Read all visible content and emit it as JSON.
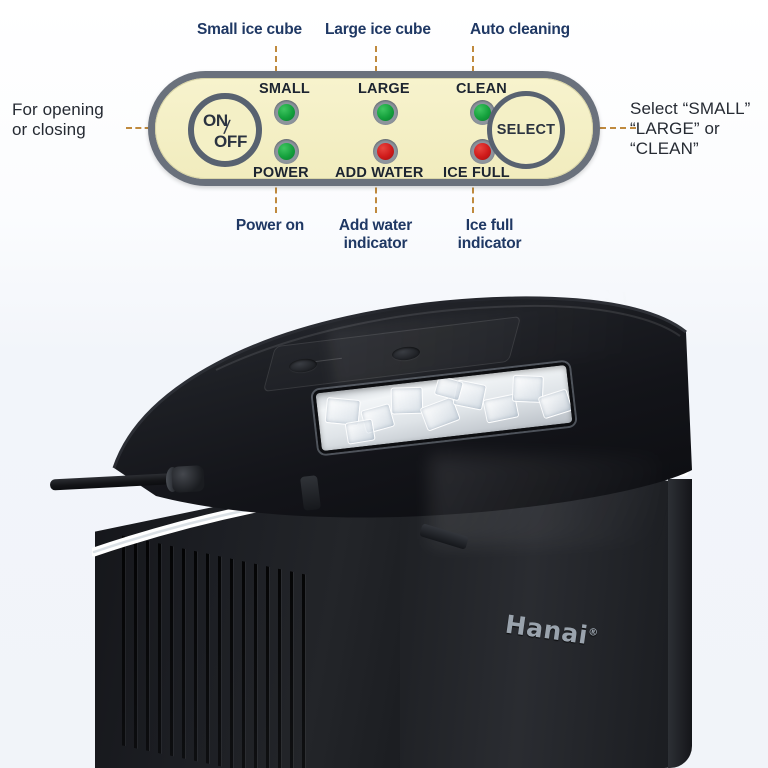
{
  "annotations": {
    "top": [
      {
        "id": "small-ice-cube",
        "text": "Small ice cube"
      },
      {
        "id": "large-ice-cube",
        "text": "Large ice cube"
      },
      {
        "id": "auto-cleaning",
        "text": "Auto cleaning"
      }
    ],
    "left": {
      "id": "for-opening-or-closing",
      "text": "For opening\nor closing"
    },
    "right": {
      "id": "select-mode",
      "text": "Select “SMALL”\n“LARGE” or\n“CLEAN”"
    },
    "bottom": [
      {
        "id": "power-on",
        "text": "Power on"
      },
      {
        "id": "add-water-indicator",
        "text": "Add water\nindicator"
      },
      {
        "id": "ice-full-indicator",
        "text": "Ice full\nindicator"
      }
    ]
  },
  "control_panel": {
    "power_button": {
      "top_label": "ON",
      "separator": "/",
      "bottom_label": "OFF"
    },
    "select_button": {
      "label": "SELECT"
    },
    "indicators": [
      {
        "id": "small",
        "label": "SMALL",
        "color": "#14a03c",
        "state": "green",
        "position": "top"
      },
      {
        "id": "large",
        "label": "LARGE",
        "color": "#14a03c",
        "state": "green",
        "position": "top"
      },
      {
        "id": "clean",
        "label": "CLEAN",
        "color": "#14a03c",
        "state": "green",
        "position": "top"
      },
      {
        "id": "power",
        "label": "POWER",
        "color": "#14a03c",
        "state": "green",
        "position": "bottom"
      },
      {
        "id": "addwater",
        "label": "ADD WATER",
        "color": "#cf1a1a",
        "state": "red",
        "position": "bottom"
      },
      {
        "id": "icefull",
        "label": "ICE FULL",
        "color": "#cf1a1a",
        "state": "red",
        "position": "bottom"
      }
    ],
    "panel_color": "#f4f0c6",
    "panel_border_color": "#6a717c",
    "connector_color": "#c08a3e"
  },
  "product": {
    "brand": "Hanai",
    "trademark": "®",
    "body_color": "#1b1d21",
    "trim_color": "#ffffff"
  }
}
